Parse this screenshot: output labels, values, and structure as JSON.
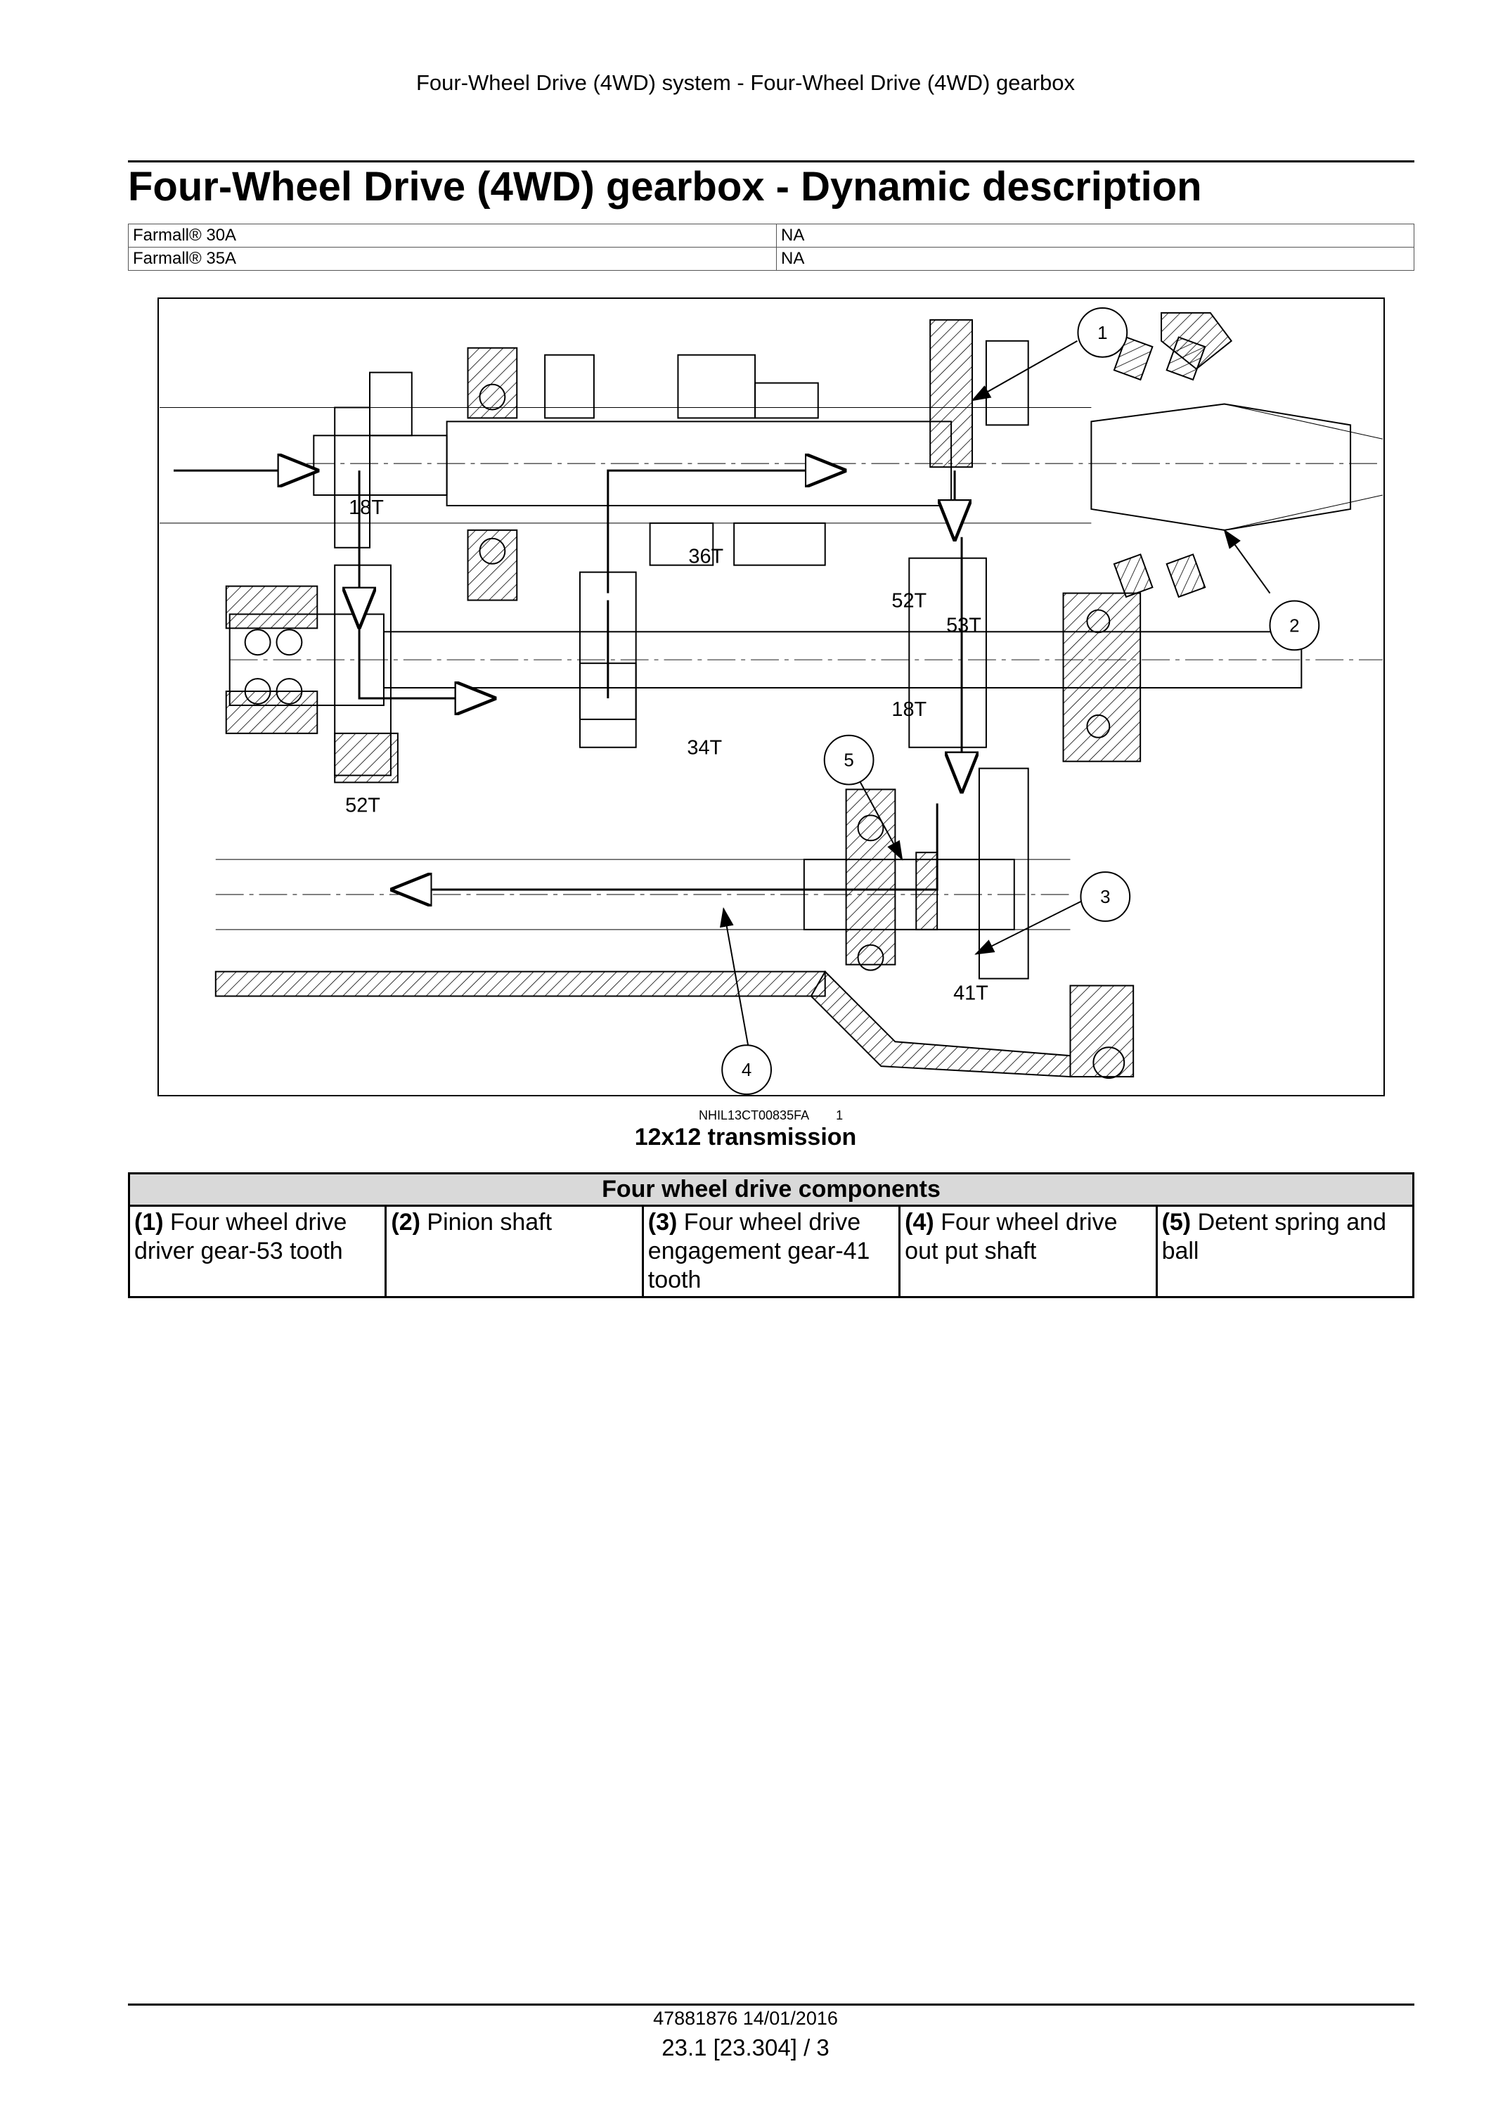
{
  "header": {
    "text": "Four-Wheel Drive (4WD) system - Four-Wheel Drive (4WD) gearbox"
  },
  "title": "Four-Wheel Drive (4WD) gearbox - Dynamic description",
  "models": [
    {
      "model": "Farmall® 30A",
      "value": "NA"
    },
    {
      "model": "Farmall® 35A",
      "value": "NA"
    }
  ],
  "figure": {
    "gear_labels": [
      "18T",
      "36T",
      "52T",
      "53T",
      "18T",
      "34T",
      "52T",
      "41T"
    ],
    "callouts": [
      "1",
      "2",
      "3",
      "4",
      "5"
    ],
    "ref_code": "NHIL13CT00835FA",
    "ref_number": "1",
    "caption": "12x12 transmission"
  },
  "legend": {
    "heading": "Four wheel drive components",
    "items": [
      {
        "num": "(1)",
        "text": "Four wheel drive driver gear-53 tooth"
      },
      {
        "num": "(2)",
        "text": "Pinion shaft"
      },
      {
        "num": "(3)",
        "text": "Four wheel drive engagement gear-41 tooth"
      },
      {
        "num": "(4)",
        "text": "Four wheel drive out put shaft"
      },
      {
        "num": "(5)",
        "text": "Detent spring and ball"
      }
    ]
  },
  "footer": {
    "doc": "47881876 14/01/2016",
    "page": "23.1 [23.304] / 3"
  }
}
